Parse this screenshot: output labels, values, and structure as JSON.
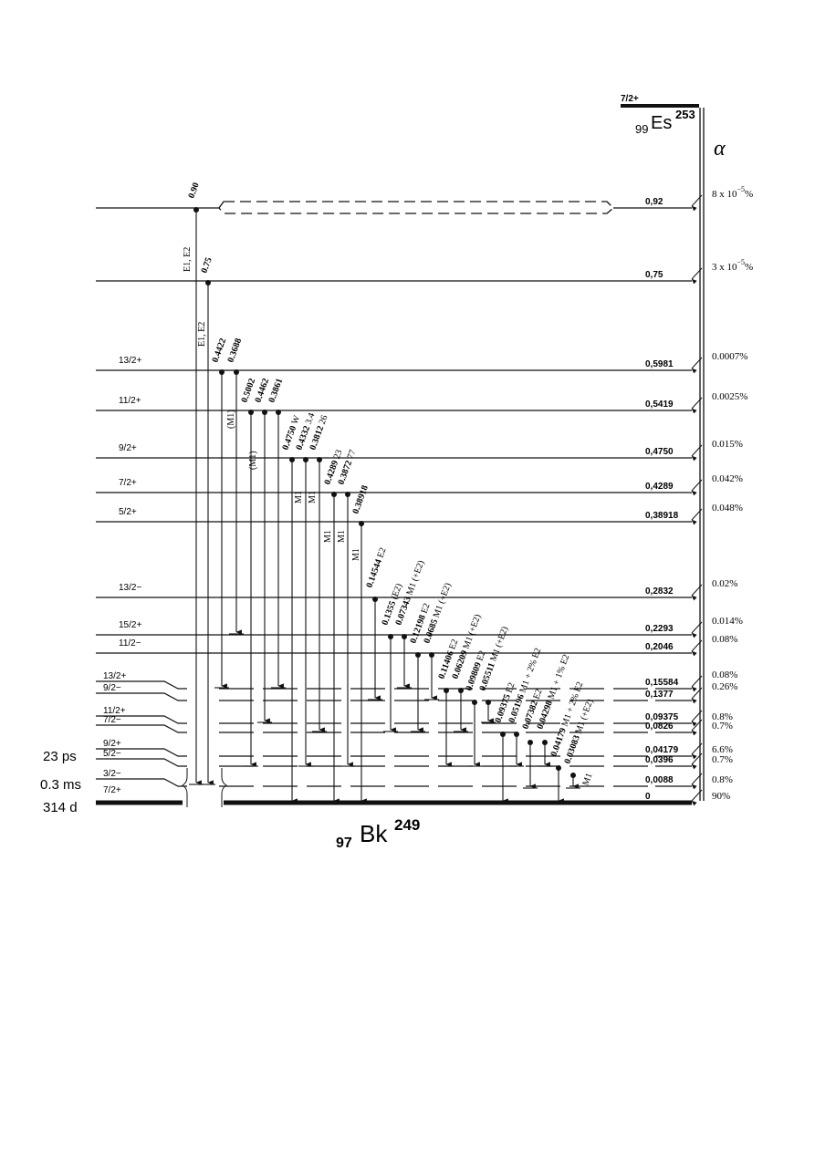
{
  "parent": {
    "spin": "7/2+",
    "Z": "99",
    "symbol": "Es",
    "A": "253",
    "decay_mode": "α"
  },
  "daughter": {
    "Z": "97",
    "symbol": "Bk",
    "A": "249"
  },
  "levels": [
    {
      "energy": "0,92",
      "spin": "",
      "branch": "8 x 10",
      "branch_exp": "−5",
      "branch_unit": "%"
    },
    {
      "energy": "0,75",
      "spin": "",
      "branch": "3 x 10",
      "branch_exp": "−5",
      "branch_unit": "%"
    },
    {
      "energy": "0,5981",
      "spin": "13/2+",
      "branch": "0.0007%"
    },
    {
      "energy": "0,5419",
      "spin": "11/2+",
      "branch": "0.0025%"
    },
    {
      "energy": "0,4750",
      "spin": "9/2+",
      "branch": "0.015%"
    },
    {
      "energy": "0,4289",
      "spin": "7/2+",
      "branch": "0.042%"
    },
    {
      "energy": "0,38918",
      "spin": "5/2+",
      "branch": "0.048%"
    },
    {
      "energy": "0,2832",
      "spin": "13/2−",
      "branch": "0.02%"
    },
    {
      "energy": "0,2293",
      "spin": "15/2+",
      "branch": "0.014%"
    },
    {
      "energy": "0,2046",
      "spin": "11/2−",
      "branch": "0.08%"
    },
    {
      "energy": "0,15584",
      "spin": "13/2+",
      "branch": "0.08%"
    },
    {
      "energy": "0,1377",
      "spin": "9/2−",
      "branch": "0.26%"
    },
    {
      "energy": "0,09375",
      "spin": "11/2+",
      "branch": "0.8%"
    },
    {
      "energy": "0,0826",
      "spin": "7/2−",
      "branch": "0.7%"
    },
    {
      "energy": "0,04179",
      "spin": "9/2+",
      "branch": "6.6%"
    },
    {
      "energy": "0,0396",
      "spin": "5/2−",
      "branch": "0.7%"
    },
    {
      "energy": "0,0088",
      "spin": "3/2−",
      "branch": "0.8%"
    },
    {
      "energy": "0",
      "spin": "7/2+",
      "branch": "90%"
    }
  ],
  "half_lives": [
    {
      "spin": "9/2+",
      "value": "23 ps"
    },
    {
      "spin": "3/2−",
      "value": "0.3 ms"
    },
    {
      "spin": "7/2+",
      "value": "314 d"
    }
  ],
  "gamma_transitions": [
    {
      "energy": "0.90",
      "mult": ""
    },
    {
      "energy": "",
      "mult": "E1, E2"
    },
    {
      "energy": "0.75",
      "mult": ""
    },
    {
      "energy": "",
      "mult": "E1, E2"
    },
    {
      "energy": "0.4422",
      "mult": ""
    },
    {
      "energy": "0.3688",
      "mult": ""
    },
    {
      "energy": "",
      "mult": "(M1)"
    },
    {
      "energy": "0.5002",
      "mult": ""
    },
    {
      "energy": "0.4462",
      "mult": ""
    },
    {
      "energy": "0.3861",
      "mult": ""
    },
    {
      "energy": "",
      "mult": "(M1)"
    },
    {
      "energy": "0.4750",
      "mult": "W"
    },
    {
      "energy": "0.4332",
      "mult": "3.4"
    },
    {
      "energy": "0.3812",
      "mult": "26"
    },
    {
      "energy": "",
      "mult": "M1"
    },
    {
      "energy": "",
      "mult": "M1"
    },
    {
      "energy": "0.4289",
      "mult": "23"
    },
    {
      "energy": "0.3872",
      "mult": "77"
    },
    {
      "energy": "",
      "mult": "M1"
    },
    {
      "energy": "",
      "mult": "M1"
    },
    {
      "energy": "0.38918",
      "mult": ""
    },
    {
      "energy": "",
      "mult": "M1"
    },
    {
      "energy": "0.14544",
      "mult": "E2"
    },
    {
      "energy": "0.1355",
      "mult": "(E2)"
    },
    {
      "energy": "0.07343",
      "mult": "M1 (+E2)"
    },
    {
      "energy": "0.12198",
      "mult": "E2"
    },
    {
      "energy": "0.0685",
      "mult": "M1 (+E2)"
    },
    {
      "energy": "0.11406",
      "mult": "E2"
    },
    {
      "energy": "0.06209",
      "mult": "M1 (+E2)"
    },
    {
      "energy": "0.09809",
      "mult": "E2"
    },
    {
      "energy": "0.05511",
      "mult": "M1 (+E2)"
    },
    {
      "energy": "0.09375",
      "mult": "E2"
    },
    {
      "energy": "0.05196",
      "mult": "M1 + 2% E2"
    },
    {
      "energy": "0.07382",
      "mult": "E2"
    },
    {
      "energy": "0.04298",
      "mult": "M1 + 1% E2"
    },
    {
      "energy": "0.04179",
      "mult": "M1 + 2% E2"
    },
    {
      "energy": "0.03083",
      "mult": "M1 (+E2)"
    },
    {
      "energy": "",
      "mult": "M1"
    }
  ]
}
